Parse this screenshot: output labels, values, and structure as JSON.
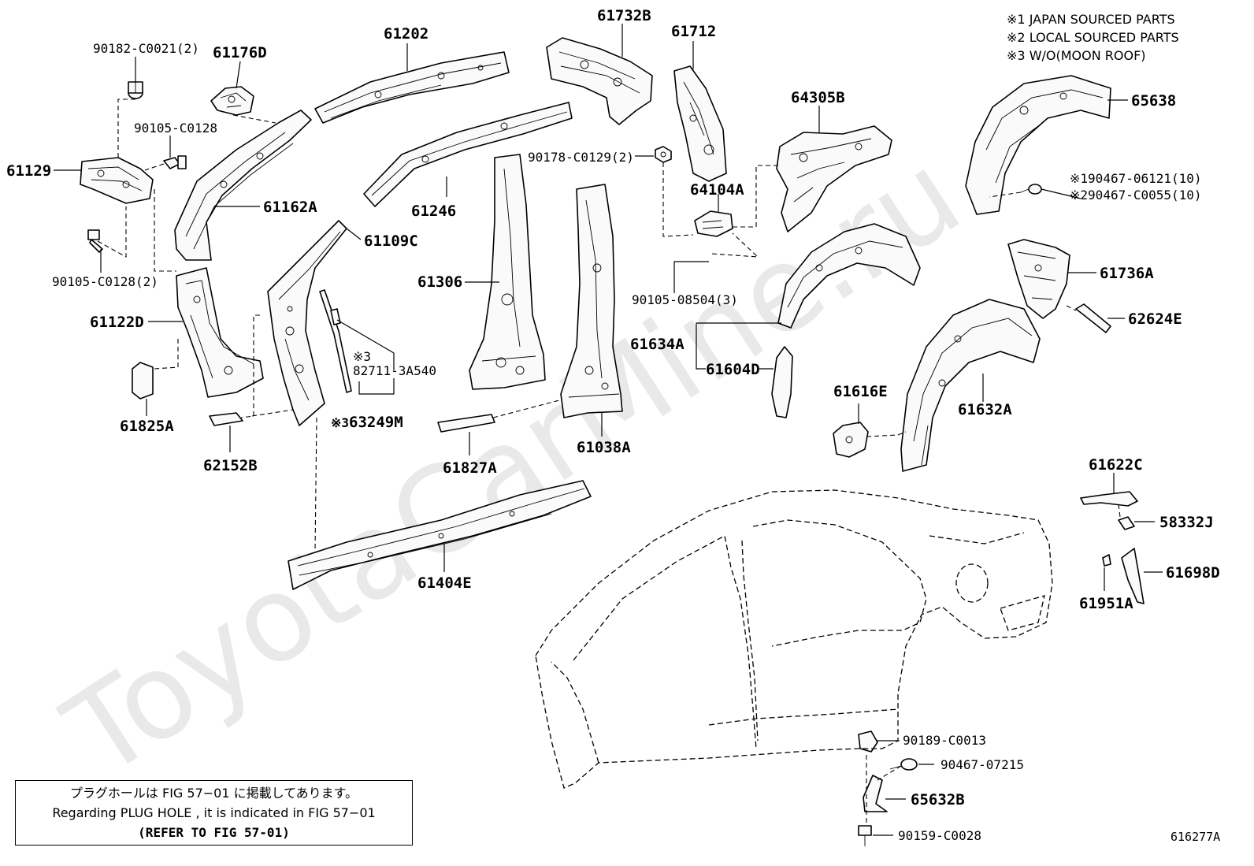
{
  "watermark": "ToyotaCarMine.ru",
  "legend": [
    {
      "symbol": "※1",
      "text": "JAPAN SOURCED PARTS"
    },
    {
      "symbol": "※2",
      "text": "LOCAL SOURCED PARTS"
    },
    {
      "symbol": "※3",
      "text": "W/O(MOON ROOF)"
    }
  ],
  "parts": {
    "p_90182": "90182-C0021(2)",
    "p_61176D": "61176D",
    "p_61202": "61202",
    "p_61732B": "61732B",
    "p_61712": "61712",
    "p_65638": "65638",
    "p_90105a": "90105-C0128",
    "p_61129": "61129",
    "p_61162A": "61162A",
    "p_61246": "61246",
    "p_90178": "90178-C0129(2)",
    "p_64305B": "64305B",
    "p_64104A": "64104A",
    "p_90467_06121": "90467-06121(10)",
    "p_90467_C0055": "90467-C0055(10)",
    "p_90105b": "90105-C0128(2)",
    "p_61109C": "61109C",
    "p_61306": "61306",
    "p_90105_08504": "90105-08504(3)",
    "p_61736A": "61736A",
    "p_62624E": "62624E",
    "p_61122D": "61122D",
    "p_61634A": "61634A",
    "p_61604D": "61604D",
    "p_82711": "82711-3A540",
    "p_61616E": "61616E",
    "p_61632A": "61632A",
    "p_61825A": "61825A",
    "p_63249M": "63249M",
    "p_61038A": "61038A",
    "p_62152B": "62152B",
    "p_61827A": "61827A",
    "p_61622C": "61622C",
    "p_58332J": "58332J",
    "p_61404E": "61404E",
    "p_61698D": "61698D",
    "p_61951A": "61951A",
    "p_90189": "90189-C0013",
    "p_90467_07215": "90467-07215",
    "p_65632B": "65632B",
    "p_90159": "90159-C0028"
  },
  "marks": {
    "m1": "※1",
    "m2": "※2",
    "m3": "※3",
    "m3b": "※3"
  },
  "plug_note": {
    "line_jp": "プラグホールは FIG 57−01 に掲載してあります。",
    "line_en": "Regarding PLUG HOLE , it is indicated in FIG 57−01",
    "line_ref": "(REFER TO FIG 57-01)"
  },
  "figure_id": "616277A"
}
